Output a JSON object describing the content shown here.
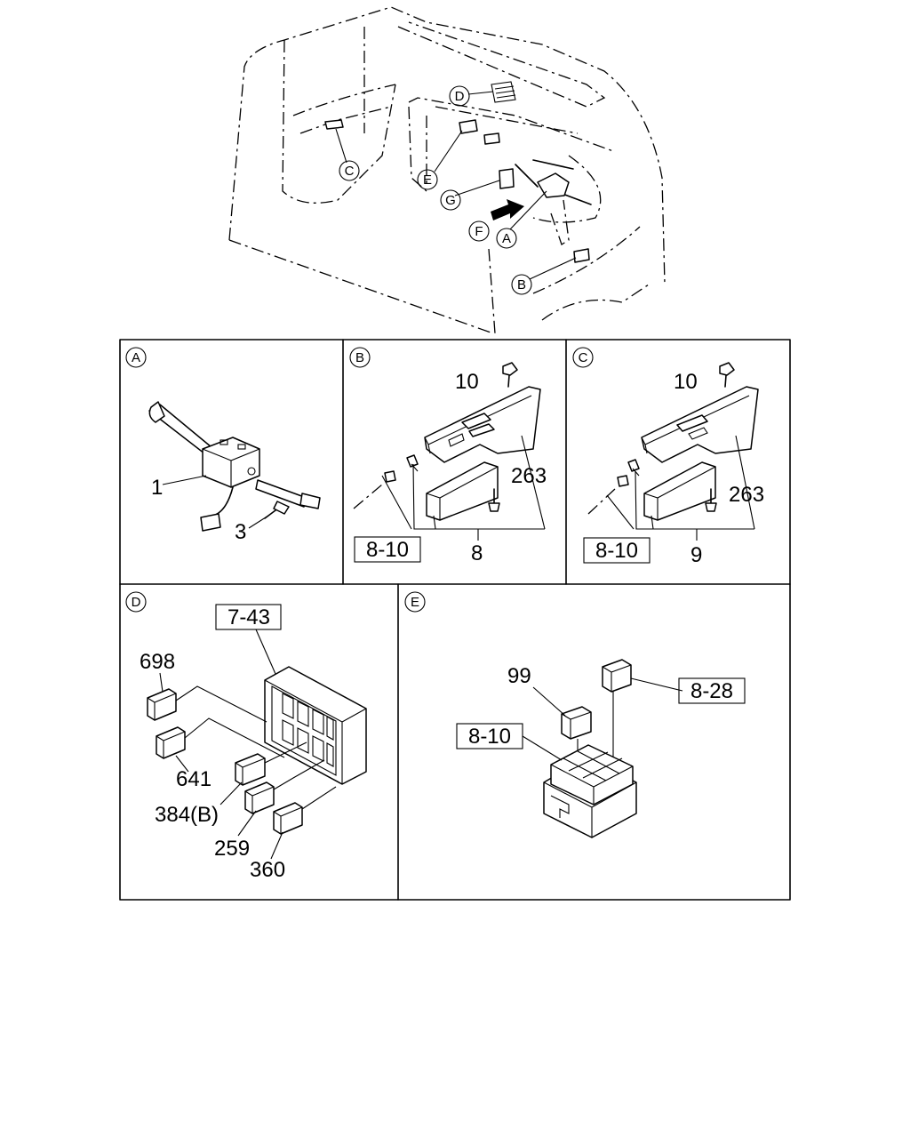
{
  "callouts": {
    "A": "A",
    "B": "B",
    "C": "C",
    "D": "D",
    "E": "E",
    "F": "F",
    "G": "G"
  },
  "panel_a": {
    "part_1": "1",
    "part_3": "3"
  },
  "panel_b": {
    "part_10": "10",
    "part_263": "263",
    "ref_box": "8-10",
    "part_8": "8"
  },
  "panel_c": {
    "part_10": "10",
    "part_263": "263",
    "ref_box": "8-10",
    "part_9": "9"
  },
  "panel_d": {
    "ref_box": "7-43",
    "part_698": "698",
    "part_641": "641",
    "part_384": "384(B)",
    "part_259": "259",
    "part_360": "360"
  },
  "panel_e": {
    "part_99": "99",
    "ref_box_left": "8-10",
    "ref_box_right": "8-28"
  }
}
